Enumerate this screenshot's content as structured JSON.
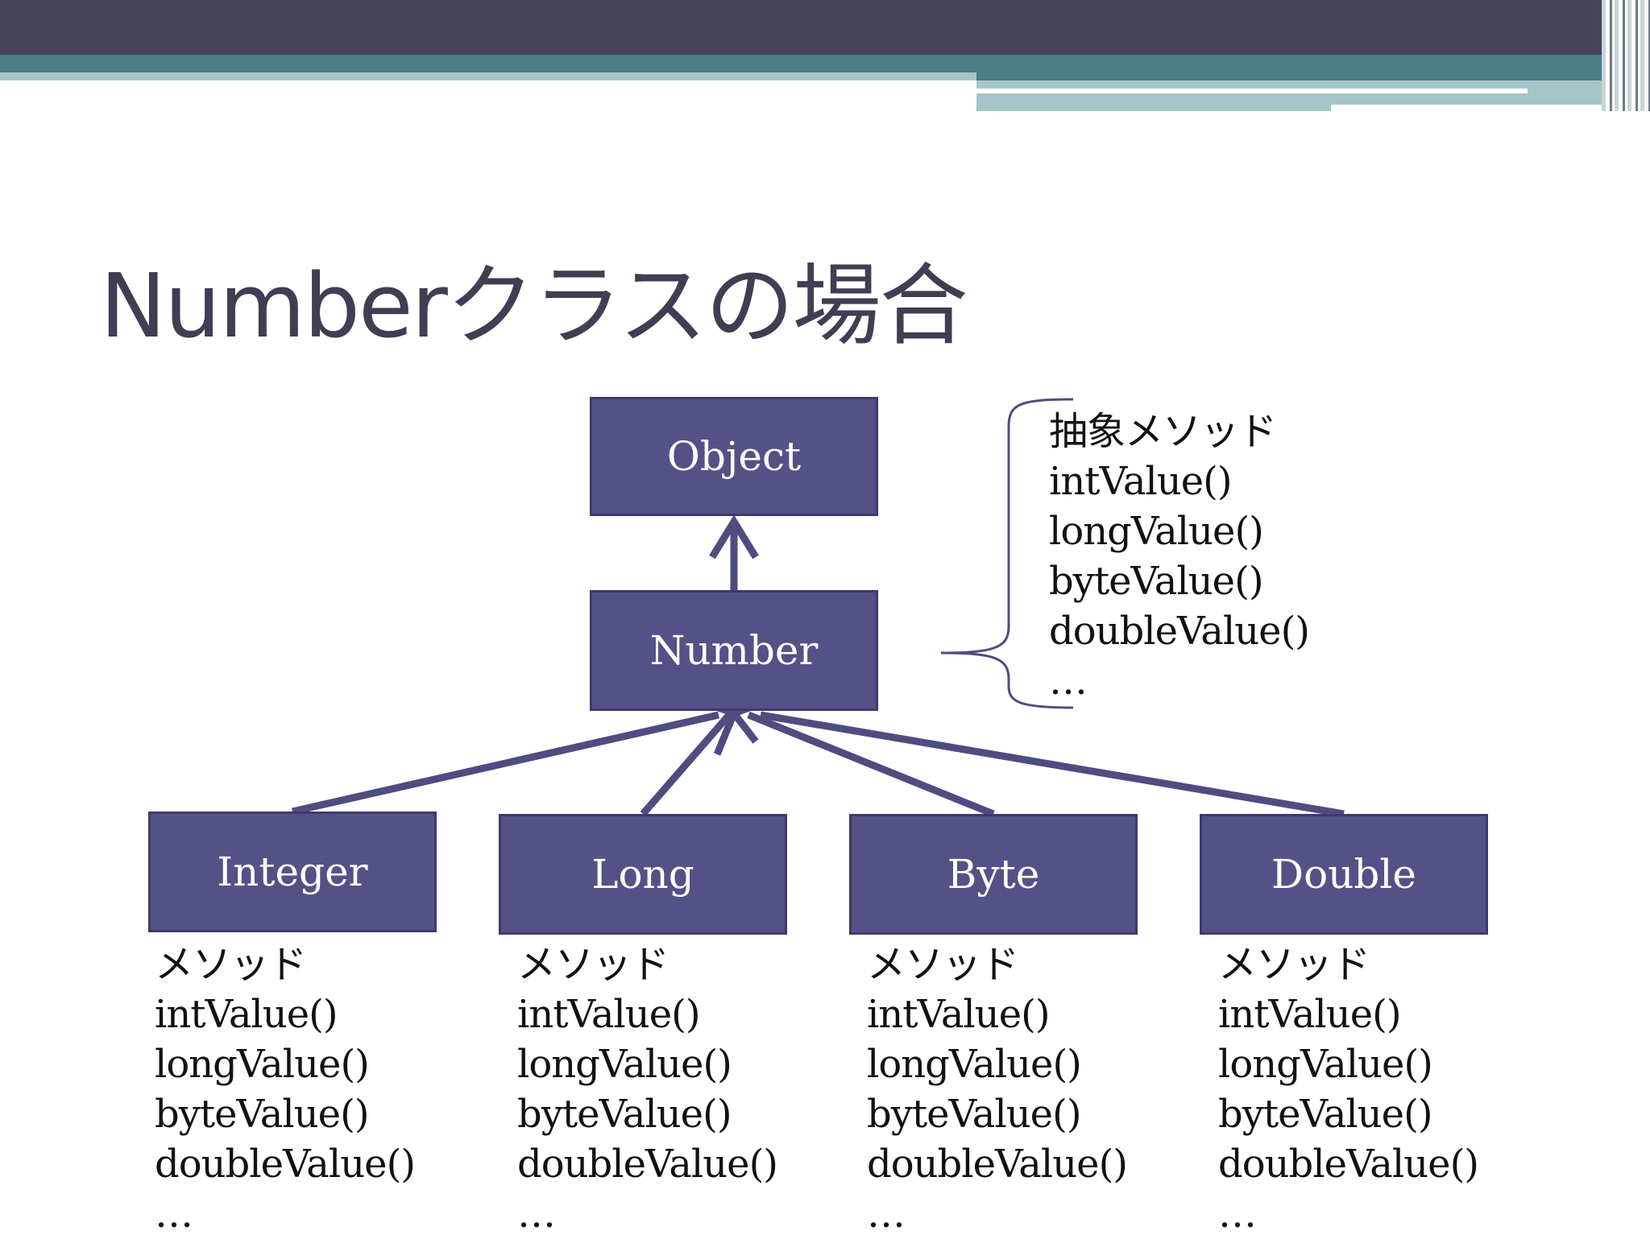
{
  "slide": {
    "title": "Numberクラスの場合"
  },
  "boxes": {
    "object": "Object",
    "number": "Number",
    "integer": "Integer",
    "long": "Long",
    "byte": "Byte",
    "double": "Double"
  },
  "abstract_methods": {
    "heading": "抽象メソッド",
    "items": [
      "intValue()",
      "longValue()",
      "byteValue()",
      "doubleValue()",
      "…"
    ]
  },
  "subclass_methods": {
    "heading": "メソッド",
    "items": [
      "intValue()",
      "longValue()",
      "byteValue()",
      "doubleValue()",
      "…"
    ]
  },
  "colors": {
    "box_fill": "#545187",
    "box_border": "#3d3a6b",
    "arrow": "#4f4c80",
    "header_dark": "#454459",
    "header_teal": "#4a7f86",
    "title_text": "#3f3e52"
  }
}
